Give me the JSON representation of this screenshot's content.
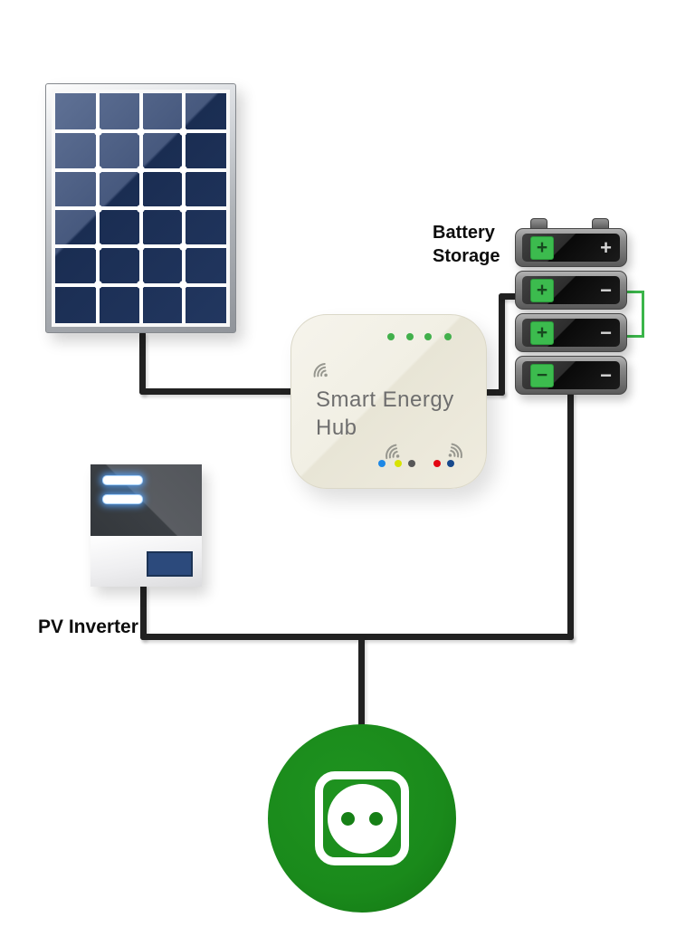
{
  "hub": {
    "title": "Smart Energy Hub",
    "body_color": "#efecdf",
    "title_color": "#6e6e6e",
    "wifi_icon_color": "#97978f",
    "top_leds": [
      "#41b04b",
      "#41b04b",
      "#41b04b",
      "#41b04b"
    ],
    "status_leds": [
      "#1e88e5",
      "#d8e300",
      "#575757",
      "#e30613",
      "#17498c"
    ]
  },
  "solar_panel": {
    "rows": 6,
    "cols": 4,
    "cell_color_dark": "#223760",
    "cell_color_light": "#5f7195",
    "frame_color": "#aeb2b7"
  },
  "battery": {
    "label": "Battery Storage",
    "cell_green": "#3cbb4e",
    "link_color": "#3bb54a",
    "modules": [
      {
        "left_sign": "+",
        "right_sign": "+"
      },
      {
        "left_sign": "+",
        "right_sign": "−"
      },
      {
        "left_sign": "+",
        "right_sign": "−"
      },
      {
        "left_sign": "−",
        "right_sign": "−"
      }
    ]
  },
  "inverter": {
    "label": "PV Inverter",
    "display_color": "#2c4a7c",
    "led_bar_color": "#ffffff"
  },
  "outlet": {
    "circle_color": "#1a8a1b",
    "icon_color": "#ffffff"
  },
  "wires": {
    "color": "#212121"
  }
}
